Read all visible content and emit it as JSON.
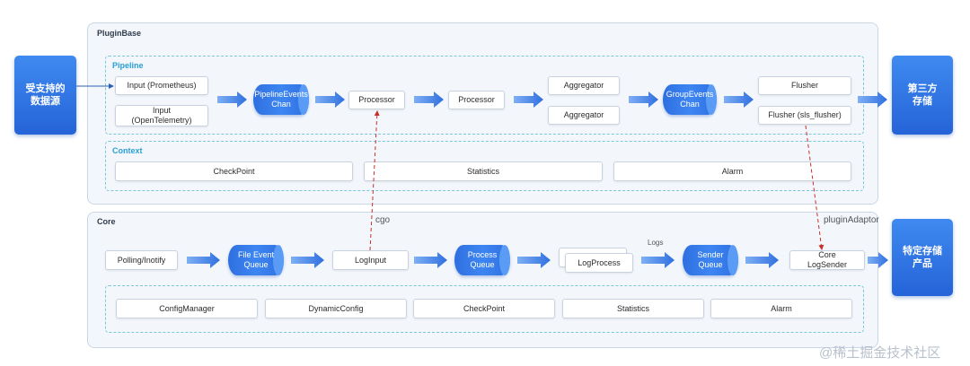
{
  "plugin_base": {
    "title": "PluginBase",
    "pipeline": {
      "label": "Pipeline",
      "inputs": [
        "Input (Prometheus)",
        "Input\n(OpenTelemetry)"
      ],
      "pipeline_events_chan": "PipelineEvents\nChan",
      "processors": [
        "Processor",
        "Processor"
      ],
      "aggregators": [
        "Aggregator",
        "Aggregator"
      ],
      "group_events_chan": "GroupEvents\nChan",
      "flushers": [
        "Flusher",
        "Flusher (sls_flusher)"
      ]
    },
    "context": {
      "label": "Context",
      "items": [
        "CheckPoint",
        "Statistics",
        "Alarm"
      ]
    }
  },
  "core": {
    "title": "Core",
    "flow": {
      "polling": "Polling/Inotify",
      "file_event_queue": "File Event\nQueue",
      "log_input": "LogInput",
      "process_queue": "Process\nQueue",
      "log_process": "LogProcess",
      "logs_label": "Logs",
      "sender_queue": "Sender\nQueue",
      "core_log_sender": "Core\nLogSender"
    },
    "components": [
      "ConfigManager",
      "DynamicConfig",
      "CheckPoint",
      "Statistics",
      "Alarm"
    ]
  },
  "external": {
    "source": "受支持的\n数据源",
    "third_party": "第三方\n存储",
    "specific": "特定存储\n产品"
  },
  "links": {
    "cgo": "cgo",
    "plugin_adaptor": "pluginAdaptor"
  },
  "watermark": "@稀土掘金技术社区",
  "colors": {
    "accent_blue": "#2f6fe0",
    "dashed_link": "#d0302b",
    "section_bg": "#f3f7fc"
  }
}
